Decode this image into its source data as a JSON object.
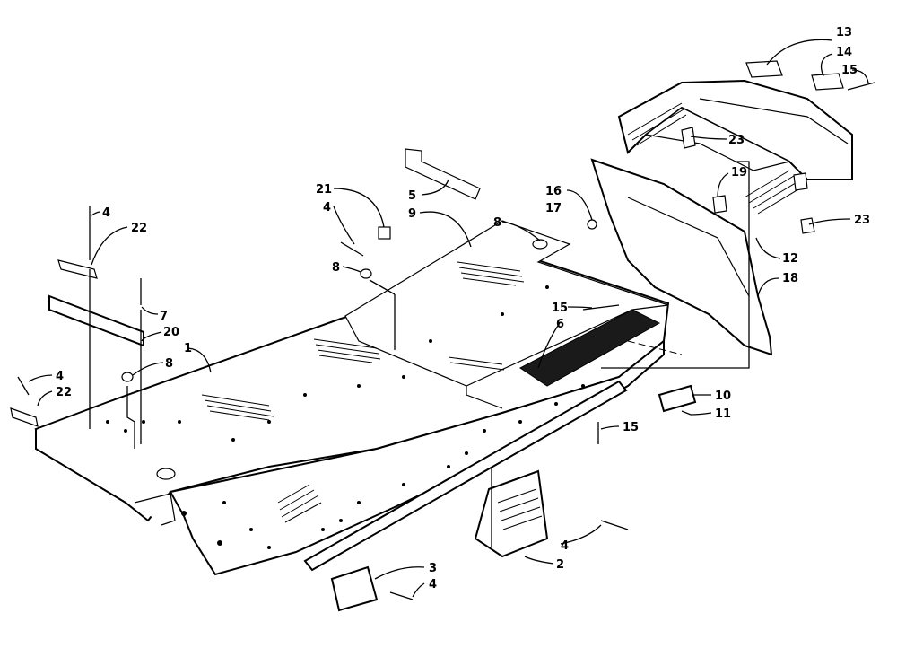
{
  "callouts": [
    {
      "id": "c13",
      "text": "13"
    },
    {
      "id": "c14",
      "text": "14"
    },
    {
      "id": "c15a",
      "text": "15"
    },
    {
      "id": "c23a",
      "text": "23"
    },
    {
      "id": "c19",
      "text": "19"
    },
    {
      "id": "c23b",
      "text": "23"
    },
    {
      "id": "c16",
      "text": "16"
    },
    {
      "id": "c17",
      "text": "17"
    },
    {
      "id": "c12",
      "text": "12"
    },
    {
      "id": "c18",
      "text": "18"
    },
    {
      "id": "c5",
      "text": "5"
    },
    {
      "id": "c9",
      "text": "9"
    },
    {
      "id": "c21",
      "text": "21"
    },
    {
      "id": "c4a",
      "text": "4"
    },
    {
      "id": "c8a",
      "text": "8"
    },
    {
      "id": "c8b",
      "text": "8"
    },
    {
      "id": "c15b",
      "text": "15"
    },
    {
      "id": "c6",
      "text": "6"
    },
    {
      "id": "c4b",
      "text": "4"
    },
    {
      "id": "c22a",
      "text": "22"
    },
    {
      "id": "c7",
      "text": "7"
    },
    {
      "id": "c20",
      "text": "20"
    },
    {
      "id": "c1",
      "text": "1"
    },
    {
      "id": "c8c",
      "text": "8"
    },
    {
      "id": "c4c",
      "text": "4"
    },
    {
      "id": "c22b",
      "text": "22"
    },
    {
      "id": "c10",
      "text": "10"
    },
    {
      "id": "c11",
      "text": "11"
    },
    {
      "id": "c15c",
      "text": "15"
    },
    {
      "id": "c3",
      "text": "3"
    },
    {
      "id": "c4d",
      "text": "4"
    },
    {
      "id": "c2",
      "text": "2"
    },
    {
      "id": "c4e",
      "text": "4"
    }
  ]
}
